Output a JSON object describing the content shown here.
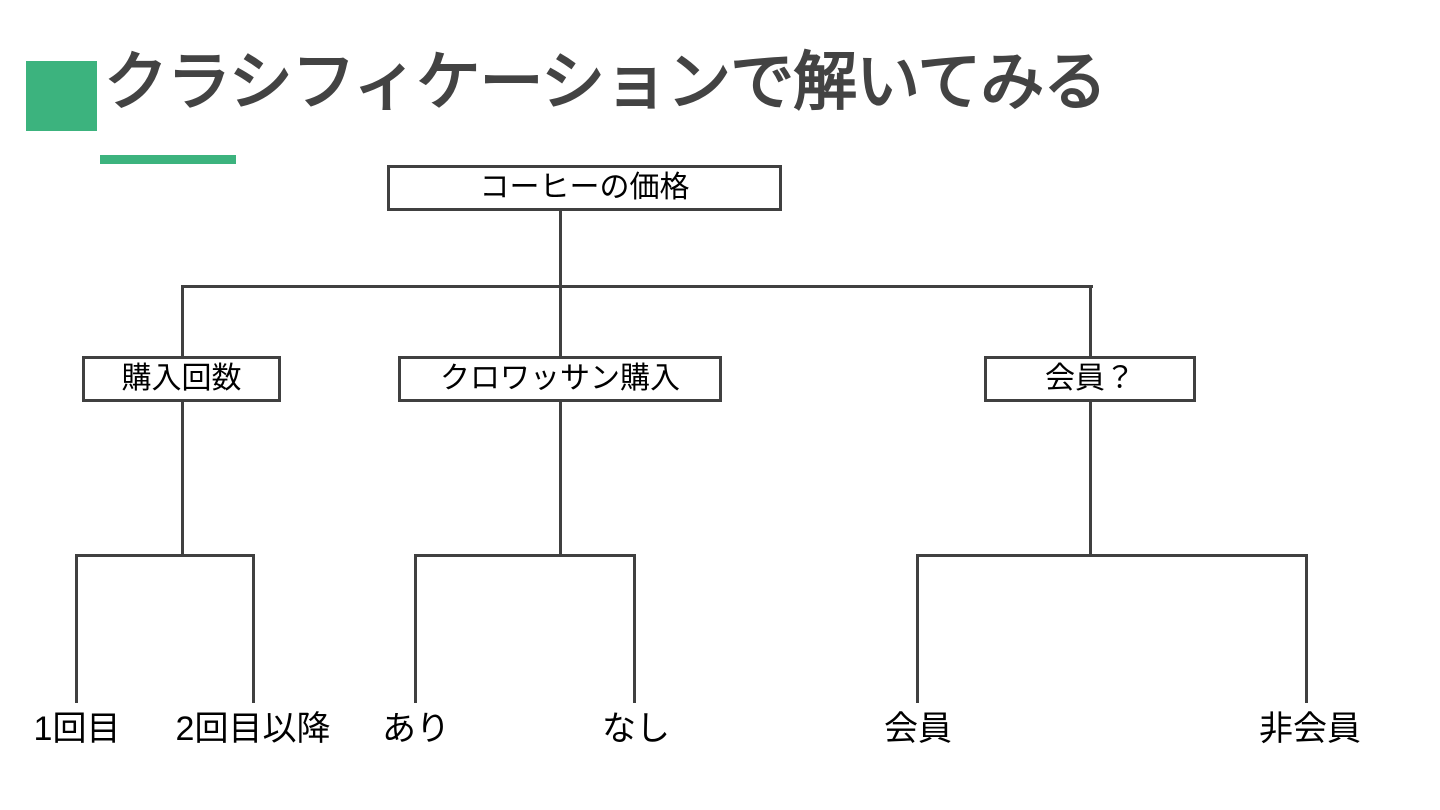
{
  "slide": {
    "title": "クラシフィケーションで解いてみる",
    "accent_color": "#3cb37e",
    "title_color": "#434343",
    "line_color": "#404040",
    "background": "#ffffff"
  },
  "diagram": {
    "type": "tree",
    "root": {
      "label": "コーヒーの価格"
    },
    "branches": [
      {
        "label": "購入回数",
        "leaves": [
          {
            "label": "1回目"
          },
          {
            "label": "2回目以降"
          }
        ]
      },
      {
        "label": "クロワッサン購入",
        "leaves": [
          {
            "label": "あり"
          },
          {
            "label": "なし"
          }
        ]
      },
      {
        "label": "会員？",
        "leaves": [
          {
            "label": "会員"
          },
          {
            "label": "非会員"
          }
        ]
      }
    ]
  }
}
